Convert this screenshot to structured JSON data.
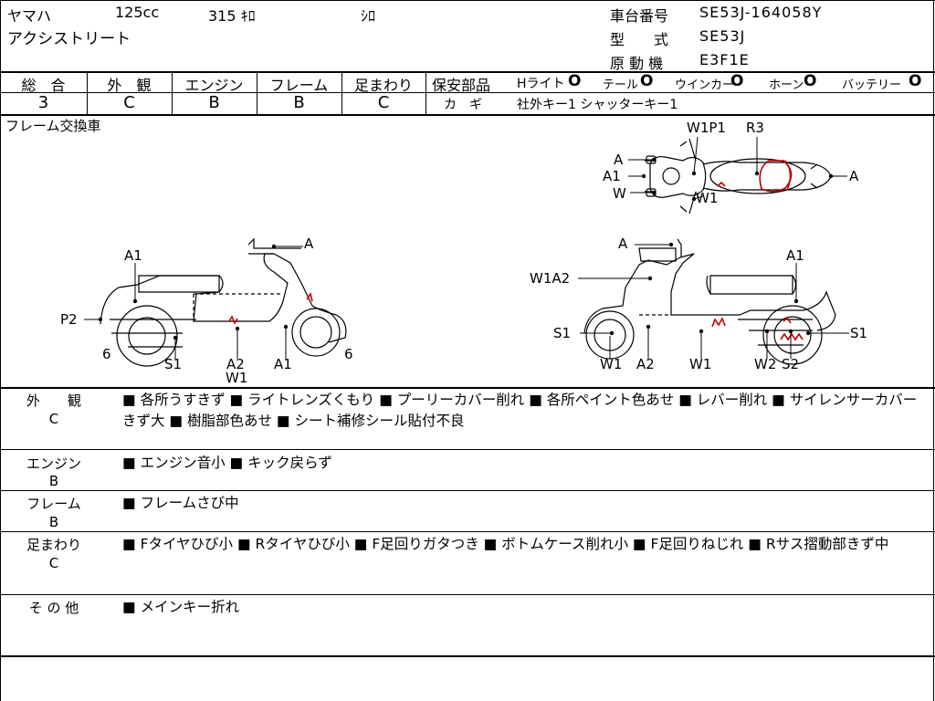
{
  "header": {
    "maker": "ヤマハ",
    "displacement": "125cc",
    "mileage": "315 ｷﾛ",
    "color": "ｼﾛ",
    "model_name": "アクシストリート",
    "frame_no_label": "車台番号",
    "frame_no": "SE53J-164058Y",
    "type_label": "型　　式",
    "type": "SE53J",
    "engine_label": "原 動 機",
    "engine": "E3F1E"
  },
  "grades": [
    {
      "label": "総　合",
      "value": "3"
    },
    {
      "label": "外　観",
      "value": "C"
    },
    {
      "label": "エンジン",
      "value": "B"
    },
    {
      "label": "フレーム",
      "value": "B"
    },
    {
      "label": "足まわり",
      "value": "C"
    }
  ],
  "safety": {
    "label": "保安部品",
    "items": [
      {
        "name": "Hライト",
        "mark": "O"
      },
      {
        "name": "テール",
        "mark": "O"
      },
      {
        "name": "ウインカー",
        "mark": "O"
      },
      {
        "name": "ホーン",
        "mark": "O"
      },
      {
        "name": "バッテリー",
        "mark": "O"
      }
    ],
    "key_label": "カ　ギ",
    "key_value": "社外キー1  シャッターキー1"
  },
  "diagram": {
    "note": "フレーム交換車",
    "top_labels": [
      "W1P1",
      "R3",
      "A",
      "A1",
      "W",
      "W1",
      "A"
    ],
    "left_labels": [
      "A",
      "A1",
      "P2",
      "6",
      "S1",
      "A2",
      "W1",
      "A1",
      "6"
    ],
    "right_labels": [
      "A",
      "A1",
      "W1A2",
      "S1",
      "S1",
      "W1",
      "A2",
      "W1",
      "W2",
      "S2"
    ]
  },
  "sections": [
    {
      "label": "外　　観",
      "grade": "C",
      "text": "■ 各所うすきず ■ ライトレンズくもり ■ プーリーカバー削れ ■ 各所ペイント色あせ ■ レバー削れ ■ サイレンサーカバーきず大 ■ 樹脂部色あせ ■ シート補修シール貼付不良"
    },
    {
      "label": "エンジン",
      "grade": "B",
      "text": "■ エンジン音小 ■ キック戻らず"
    },
    {
      "label": "フレーム",
      "grade": "B",
      "text": "■ フレームさび中"
    },
    {
      "label": "足まわり",
      "grade": "C",
      "text": "■ Fタイヤひび小 ■ Rタイヤひび小 ■ F足回りガタつき ■ ボトムケース削れ小 ■ F足回りねじれ ■ Rサス摺動部きず中"
    },
    {
      "label": "そ の 他",
      "grade": "",
      "text": "■ メインキー折れ"
    }
  ]
}
